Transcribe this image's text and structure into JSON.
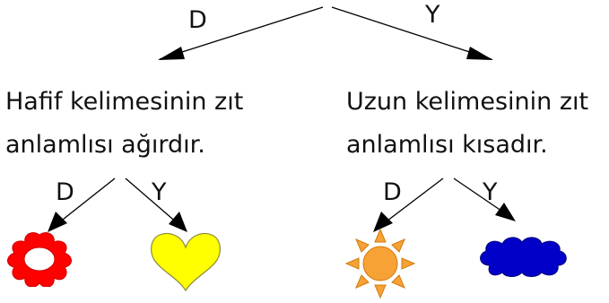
{
  "top": {
    "left_label": "D",
    "right_label": "Y"
  },
  "left_statement": {
    "line1": "Hafif kelimesinin zıt",
    "line2": "anlamlısı ağırdır."
  },
  "right_statement": {
    "line1": "Uzun kelimesinin zıt",
    "line2": "anlamlısı kısadır."
  },
  "left_branch": {
    "left_label": "D",
    "right_label": "Y"
  },
  "right_branch": {
    "left_label": "D",
    "right_label": "Y"
  },
  "outcome_icons": [
    "flower-icon",
    "heart-icon",
    "sun-icon",
    "cloud-icon"
  ],
  "colors": {
    "flower": "#ff0000",
    "heart": "#ffff00",
    "sun": "#f7a234",
    "cloud": "#0000c8"
  }
}
